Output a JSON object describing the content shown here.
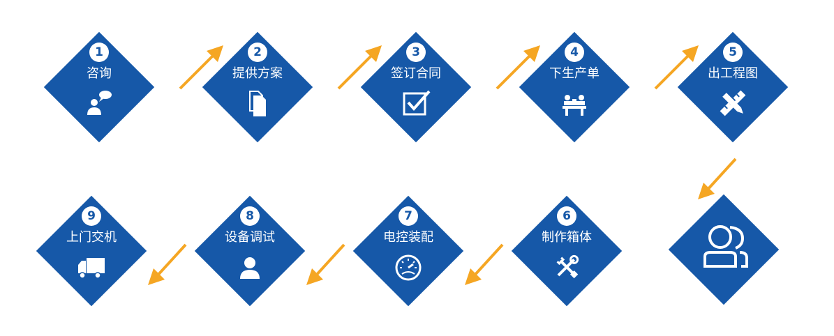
{
  "colors": {
    "diamond": "#1658a8",
    "arrow": "#f5a623",
    "text": "#ffffff"
  },
  "steps": [
    {
      "number": "1",
      "label": "咨询",
      "icon": "consult-speech-icon"
    },
    {
      "number": "2",
      "label": "提供方案",
      "icon": "documents-icon"
    },
    {
      "number": "3",
      "label": "签订合同",
      "icon": "checkbox-check-icon"
    },
    {
      "number": "4",
      "label": "下生产单",
      "icon": "meeting-people-icon"
    },
    {
      "number": "5",
      "label": "出工程图",
      "icon": "pencil-ruler-icon"
    },
    {
      "number": "6",
      "label": "制作箱体",
      "icon": "tools-icon"
    },
    {
      "number": "7",
      "label": "电控装配",
      "icon": "gauge-icon"
    },
    {
      "number": "8",
      "label": "设备调试",
      "icon": "person-icon"
    },
    {
      "number": "9",
      "label": "上门交机",
      "icon": "truck-icon"
    }
  ],
  "final_icon": "users-icon"
}
